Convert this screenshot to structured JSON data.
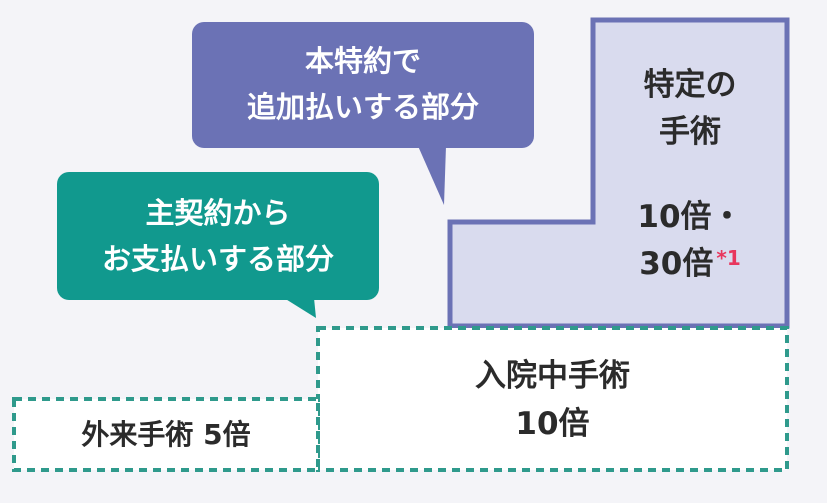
{
  "callout_rider": {
    "lines": [
      "本特約で",
      "追加払いする部分"
    ],
    "color": "#6b72b5"
  },
  "callout_main": {
    "lines": [
      "主契約から",
      "お支払いする部分"
    ],
    "color": "#11998e"
  },
  "special_surgery": {
    "title_lines": [
      "特定の",
      "手術"
    ],
    "value_lines": [
      "10倍・",
      "30倍"
    ],
    "note": "*1",
    "fill": "#d9dbee",
    "border": "#6b72b5"
  },
  "inpatient_surgery": {
    "lines": [
      "入院中手術",
      "10倍"
    ],
    "border": "#2f9a8c"
  },
  "outpatient_surgery": {
    "label": "外来手術 5倍",
    "border": "#2f9a8c"
  },
  "note_color": "#e8365d"
}
